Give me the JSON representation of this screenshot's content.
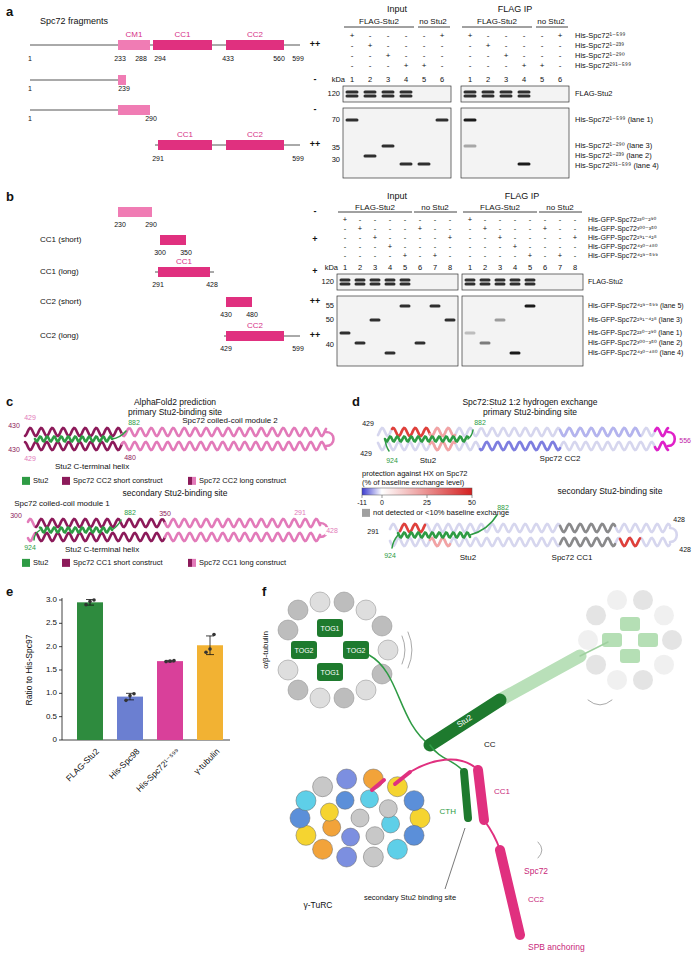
{
  "diagram": {
    "nodes": [
      {
        "text": [
          "CM1"
        ]
      },
      {
        "text": [
          "CC1"
        ]
      },
      {
        "text": [
          "CC2"
        ]
      },
      {
        "text": [
          "CC1"
        ]
      },
      {
        "text": [
          "CC2"
        ]
      },
      {
        "text": [
          "CC1"
        ]
      },
      {
        "text": [
          "CC2"
        ]
      },
      {
        "text": [
          "TOG1"
        ]
      },
      {
        "text": [
          "TOG2"
        ]
      },
      {
        "text": [
          "TOG2"
        ]
      },
      {
        "text": [
          "TOG1"
        ]
      }
    ],
    "edges": [
      {
        "from": 0,
        "to": 1,
        "arrow": "none"
      },
      {
        "from": 1,
        "to": 2,
        "arrow": "none"
      },
      {
        "from": 3,
        "to": 4,
        "arrow": "none"
      }
    ],
    "labels": [
      "a",
      "Spc72 fragments",
      "1",
      "233",
      "288",
      "294",
      "433",
      "560",
      "599",
      "++",
      "1",
      "239",
      "-",
      "1",
      "290",
      "-",
      "291",
      "599",
      "++",
      "Input",
      "FLAG IP",
      "FLAG-Stu2",
      "no Stu2",
      "FLAG-Stu2",
      "no Stu2",
      "+",
      "-",
      "-",
      "-",
      "-",
      "+",
      "+",
      "-",
      "-",
      "-",
      "-",
      "+",
      "His-Spc72¹⁻⁵⁹⁹",
      "-",
      "+",
      "-",
      "-",
      "-",
      "-",
      "-",
      "+",
      "-",
      "-",
      "-",
      "-",
      "His-Spc72¹⁻²³⁹",
      "-",
      "-",
      "+",
      "-",
      "-",
      "-",
      "-",
      "-",
      "+",
      "-",
      "-",
      "-",
      "His-Spc72¹⁻²⁹⁰",
      "-",
      "-",
      "-",
      "+",
      "+",
      "-",
      "-",
      "-",
      "-",
      "+",
      "+",
      "-",
      "His-Spc72²⁹¹⁻⁵⁹⁹",
      "kDa",
      "1",
      "2",
      "3",
      "4",
      "5",
      "6",
      "1",
      "2",
      "3",
      "4",
      "5",
      "6",
      "120",
      "FLAG-Stu2",
      "70",
      "35",
      "30",
      "His-Spc72¹⁻⁵⁹⁹ (lane 1)",
      "His-Spc72¹⁻²⁹⁰ (lane 3)",
      "His-Spc72¹⁻²³⁹ (lane 2)",
      "His-Spc72²⁹¹⁻⁵⁹⁹ (lane 4)",
      "b",
      "230",
      "290",
      "-",
      "CC1 (short)",
      "300",
      "350",
      "+",
      "CC1 (long)",
      "291",
      "428",
      "+",
      "CC2 (short)",
      "430",
      "480",
      "++",
      "CC2 (long)",
      "429",
      "599",
      "++",
      "Input",
      "FLAG IP",
      "FLAG-Stu2",
      "no Stu2",
      "FLAG-Stu2",
      "no Stu2",
      "+",
      "-",
      "-",
      "-",
      "-",
      "-",
      "-",
      "-",
      "+",
      "-",
      "-",
      "-",
      "-",
      "-",
      "-",
      "-",
      "His-GFP-Spc72²³⁰⁻²⁹⁰",
      "-",
      "+",
      "-",
      "-",
      "-",
      "+",
      "-",
      "-",
      "-",
      "+",
      "-",
      "-",
      "-",
      "+",
      "-",
      "-",
      "His-GFP-Spc72³⁰⁰⁻³⁵⁰",
      "-",
      "-",
      "+",
      "-",
      "-",
      "-",
      "-",
      "+",
      "-",
      "-",
      "+",
      "-",
      "-",
      "-",
      "-",
      "+",
      "His-GFP-Spc72²⁹¹⁻⁴²⁸",
      "-",
      "-",
      "-",
      "+",
      "-",
      "-",
      "-",
      "-",
      "-",
      "-",
      "-",
      "+",
      "-",
      "-",
      "-",
      "-",
      "His-GFP-Spc72⁴³⁰⁻⁴⁸⁰",
      "-",
      "-",
      "-",
      "-",
      "+",
      "-",
      "+",
      "-",
      "-",
      "-",
      "-",
      "-",
      "+",
      "-",
      "+",
      "-",
      "His-GFP-Spc72⁴²⁹⁻⁵⁹⁹",
      "kDa",
      "1",
      "2",
      "3",
      "4",
      "5",
      "6",
      "7",
      "8",
      "1",
      "2",
      "3",
      "4",
      "5",
      "6",
      "7",
      "8",
      "120",
      "FLAG-Stu2",
      "55",
      "50",
      "40",
      "His-GFP-Spc72⁴²⁹⁻⁵⁹⁹ (lane 5)",
      "His-GFP-Spc72²⁹¹⁻⁴²⁸ (lane 3)",
      "His-GFP-Spc72²³⁰⁻²⁹⁰ (lane 1)",
      "His-GFP-Spc72³⁰⁰⁻³⁵⁰ (lane 2)",
      "His-GFP-Spc72⁴³⁰⁻⁴⁸⁰ (lane 4)",
      "c",
      "AlphaFold2 prediction",
      "primary Stu2-binding site",
      "430",
      "429",
      "430",
      "429",
      "882",
      "480",
      "Spc72 coiled-coil module 2",
      "Stu2 C-terminal helix",
      "secondary Stu2-binding site",
      "Spc72 coiled-coil module 1",
      "300",
      "882",
      "350",
      "291",
      "428",
      "924",
      "Stu2 C-terminal helix",
      "d",
      "Spc72:Stu2 1:2 hydrogen exchange",
      "primary Stu2-binding site",
      "429",
      "429",
      "882",
      "924",
      "Stu2",
      "Spc72 CC2",
      "556",
      "protection against HX on Spc72",
      "(% of baseline exchange level)",
      "-11",
      "0",
      "25",
      "50",
      "secondary Stu2-binding site",
      "291",
      "882",
      "428",
      "428",
      "924",
      "Stu2",
      "Spc72 CC1",
      "e",
      "Ratio to His-Spc97",
      "0",
      "0.5",
      "1.0",
      "1.5",
      "2.0",
      "2.5",
      "3.0",
      "FLAG-Stu2",
      "His-Spc98",
      "His-Spc72¹⁻⁵⁹⁹",
      "γ-tubulin",
      "f",
      "α/β-tubulin",
      "Stu2",
      "CC",
      "CC1",
      "CTH",
      "secondary Stu2 binding site",
      "γ-TuRC",
      "CC2",
      "Spc72",
      "SPB anchoring"
    ],
    "legend": [
      {
        "text": "Stu2",
        "color": "#2e9b44"
      },
      {
        "text": "Spc72 CC2 short construct",
        "color": "#8c1a5a"
      },
      {
        "text": "Spc72 CC2 long construct"
      },
      {
        "text": "Stu2",
        "color": "#2e9b44"
      },
      {
        "text": "Spc72 CC1 short construct",
        "color": "#8c1a5a"
      },
      {
        "text": "Spc72 CC1 long construct"
      },
      {
        "text": "not detected or <10% baseline exchange",
        "color": "#a0a0a0"
      }
    ]
  }
}
